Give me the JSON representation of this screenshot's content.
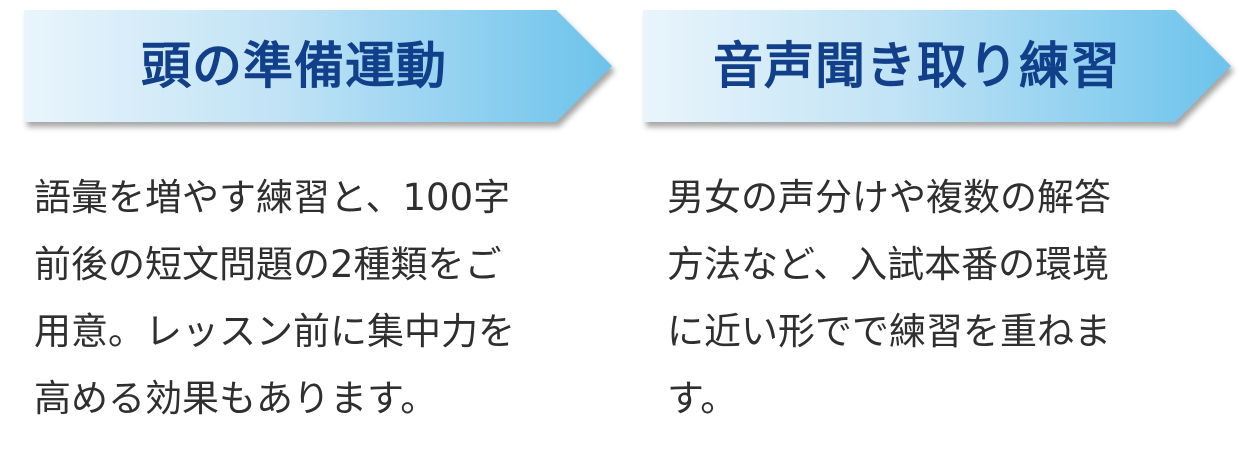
{
  "cards": [
    {
      "title": "頭の準備運動",
      "lines": [
        "語彙を増やす練習と、100字",
        "前後の短文問題の2種類をご",
        "用意。レッスン前に集中力を",
        "高める効果もあります。"
      ]
    },
    {
      "title": "音声聞き取り練習",
      "lines": [
        "男女の声分けや複数の解答",
        "方法など、入試本番の環境",
        "に近い形でで練習を重ねま",
        "す。"
      ]
    }
  ],
  "colors": {
    "banner_light": "#e9f5fc",
    "banner_dark": "#6cc3ec",
    "title_text": "#123f8a",
    "body_text": "#2f2f2f"
  }
}
